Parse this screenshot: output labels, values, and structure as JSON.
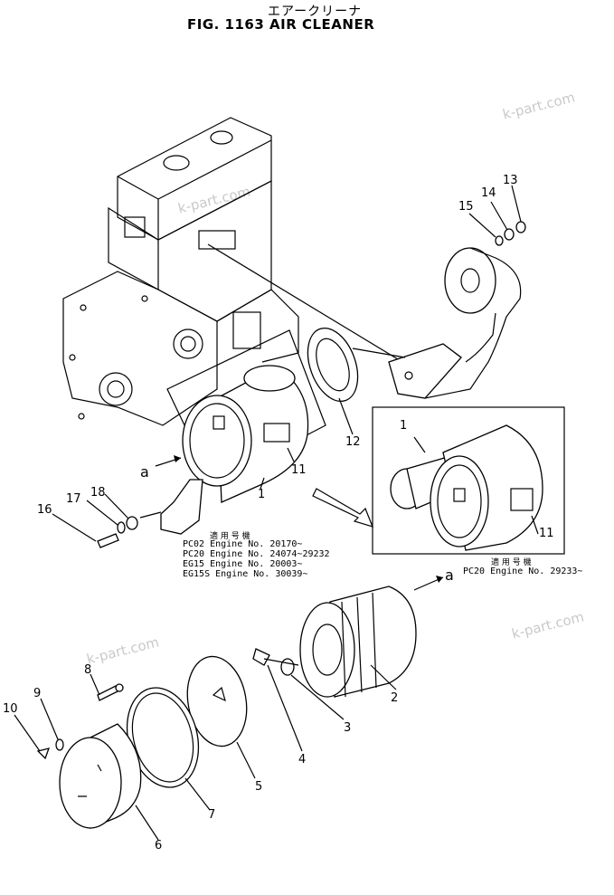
{
  "title_jp": "エアークリーナ",
  "title_en": "FIG. 1163  AIR CLEANER",
  "watermarks": [
    "k-part.com",
    "k-part.com",
    "k-part.com",
    "k-part.com"
  ],
  "callouts": {
    "c1": "1",
    "c1b": "1",
    "c2": "2",
    "c3": "3",
    "c4": "4",
    "c5": "5",
    "c6": "6",
    "c7": "7",
    "c8": "8",
    "c9": "9",
    "c10": "10",
    "c11": "11",
    "c11b": "11",
    "c12": "12",
    "c13": "13",
    "c14": "14",
    "c15": "15",
    "c16": "16",
    "c17": "17",
    "c18": "18",
    "a1": "a",
    "a2": "a"
  },
  "applicability_left": {
    "heading": "適 用 号 機",
    "lines": [
      "PC02   Engine No. 20170~",
      "PC20   Engine No. 24074~29232",
      "EG15   Engine No. 20003~",
      "EG15S  Engine No. 30039~"
    ]
  },
  "applicability_right": {
    "heading": "適 用 号 機",
    "lines": [
      "PC20  Engine No. 29233~"
    ]
  }
}
